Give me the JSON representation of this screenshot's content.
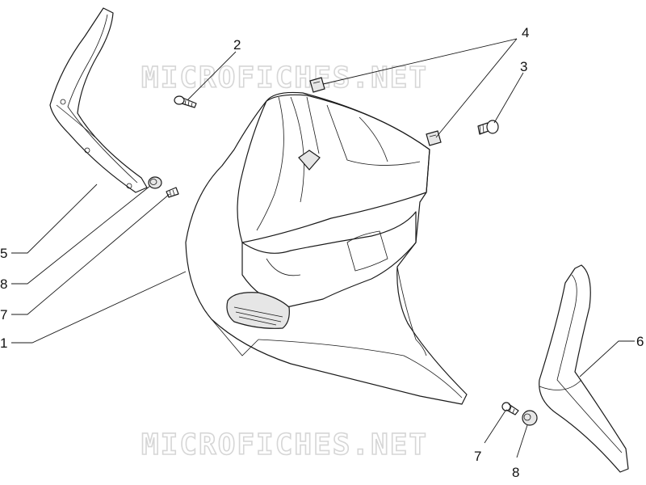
{
  "watermark": "MICROFICHES.NET",
  "callouts": {
    "c1": "1",
    "c2": "2",
    "c3": "3",
    "c4": "4",
    "c5": "5",
    "c6": "6",
    "c7a": "7",
    "c7b": "7",
    "c8a": "8",
    "c8b": "8"
  }
}
